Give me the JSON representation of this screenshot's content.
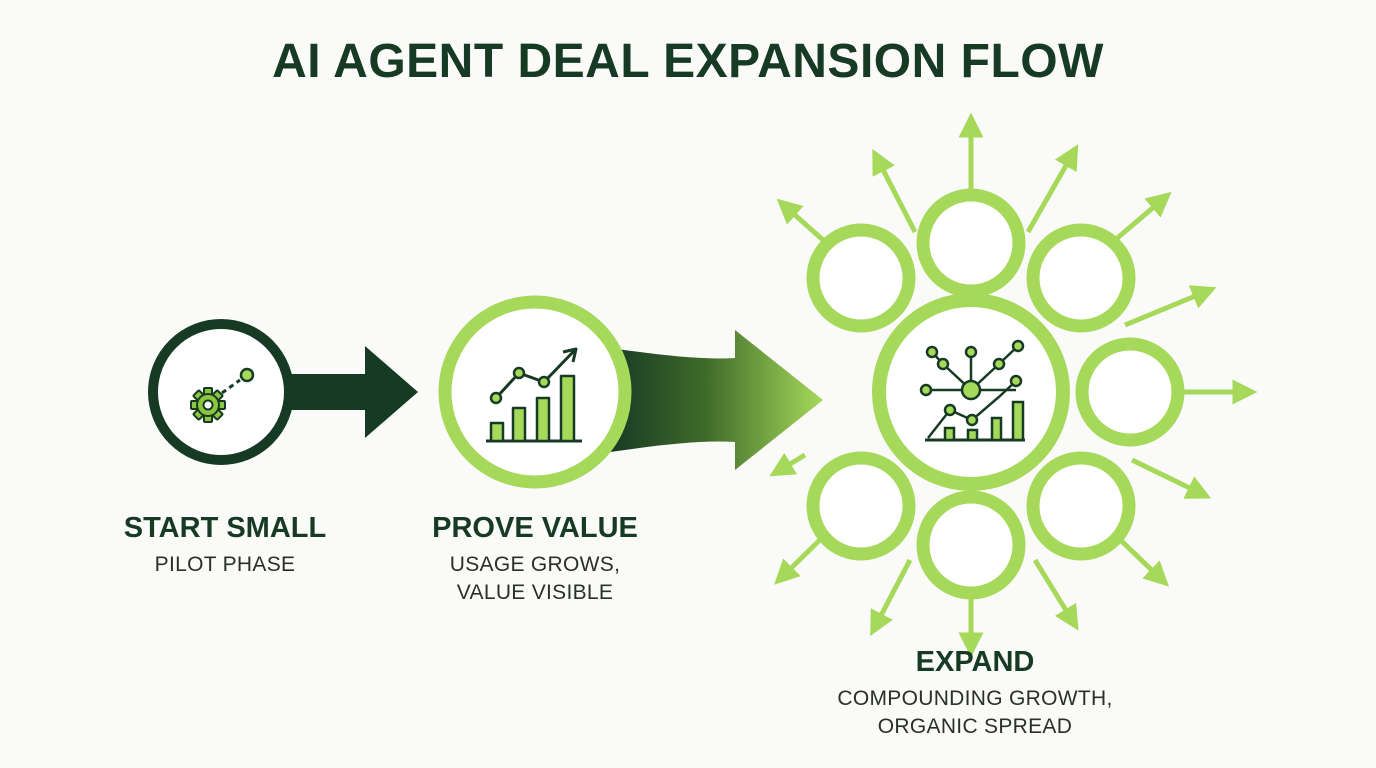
{
  "title": "AI AGENT DEAL EXPANSION FLOW",
  "colors": {
    "dark_green": "#173a24",
    "lime_green": "#a6d95a",
    "background": "#fafbf9"
  },
  "stages": [
    {
      "heading": "START SMALL",
      "subtext": [
        "PILOT PHASE"
      ],
      "icon": "gear-icon"
    },
    {
      "heading": "PROVE VALUE",
      "subtext": [
        "USAGE GROWS,",
        "VALUE VISIBLE"
      ],
      "icon": "growth-chart-icon"
    },
    {
      "heading": "EXPAND",
      "subtext": [
        "COMPOUNDING GROWTH,",
        "ORGANIC SPREAD"
      ],
      "icon": "network-chart-icon"
    }
  ]
}
